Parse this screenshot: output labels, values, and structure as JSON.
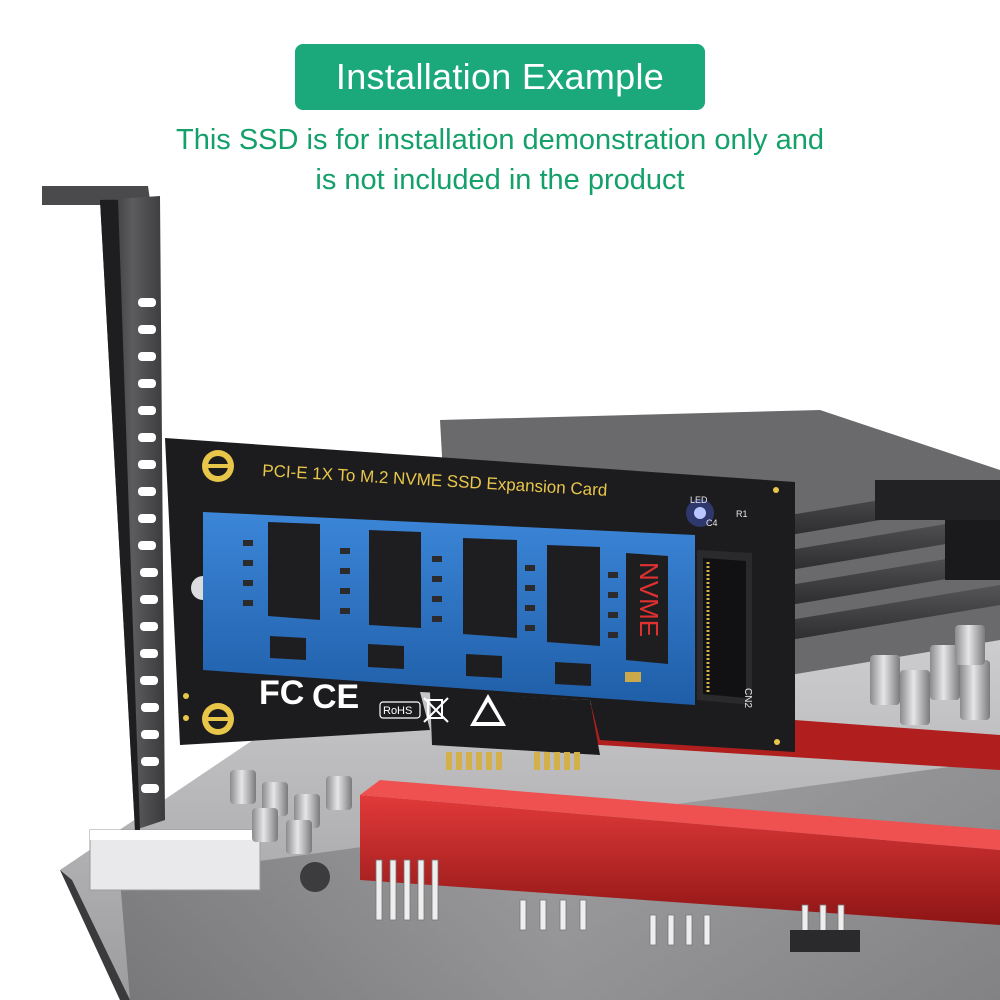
{
  "header": {
    "title": "Installation Example",
    "subtitle_line1": "This SSD is for installation demonstration only and",
    "subtitle_line2": "is not included in the product"
  },
  "card": {
    "label": "PCI-E  1X  To  M.2  NVME  SSD  Expansion  Card",
    "ssd_label": "NVME",
    "led_label": "LED",
    "r1_label": "R1",
    "c4_label": "C4",
    "cn2_label": "CN2",
    "fc_mark": "FC",
    "ce_mark": "CE",
    "rohs_mark": "RoHS"
  },
  "colors": {
    "brand_green": "#1ba87a",
    "subtitle_green": "#14a06a",
    "pcb_black": "#1c1c1e",
    "ssd_blue": "#2a6fc4",
    "slot_red": "#c82424",
    "label_yellow": "#e8c64a"
  }
}
